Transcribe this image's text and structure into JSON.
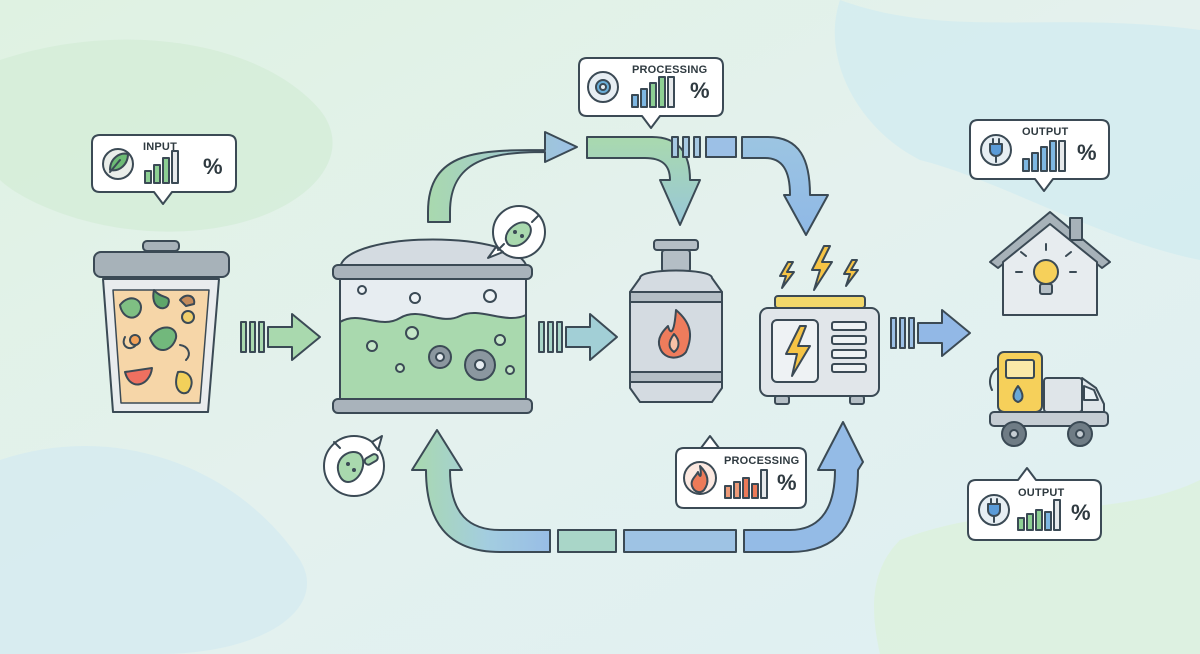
{
  "callouts": {
    "input": {
      "title": "INPUT",
      "unit": "%",
      "icon": "leaf-icon",
      "accent": "#6dbb75"
    },
    "processing_top": {
      "title": "PROCESSING",
      "unit": "%",
      "icon": "gear-icon",
      "accent": "#6aaed8"
    },
    "processing_bottom": {
      "title": "PROCESSING",
      "unit": "%",
      "icon": "flame-icon",
      "accent": "#ec7a58"
    },
    "output_top": {
      "title": "OUTPUT",
      "unit": "%",
      "icon": "plug-icon",
      "accent": "#5b9bd8"
    },
    "output_bottom": {
      "title": "OUTPUT",
      "unit": "%",
      "icon": "plug-icon",
      "accent": "#5b9bd8"
    }
  },
  "colors": {
    "green_flow": "#a7d8ae",
    "blue_flow": "#9cc0e6",
    "outline": "#3b4a55",
    "gas_flame": "#ee7c5c",
    "lightning": "#f6c445"
  },
  "icons": [
    "waste-bin-icon",
    "digester-tank-icon",
    "gas-cylinder-icon",
    "generator-icon",
    "house-icon",
    "truck-icon",
    "bacteria-icon"
  ]
}
